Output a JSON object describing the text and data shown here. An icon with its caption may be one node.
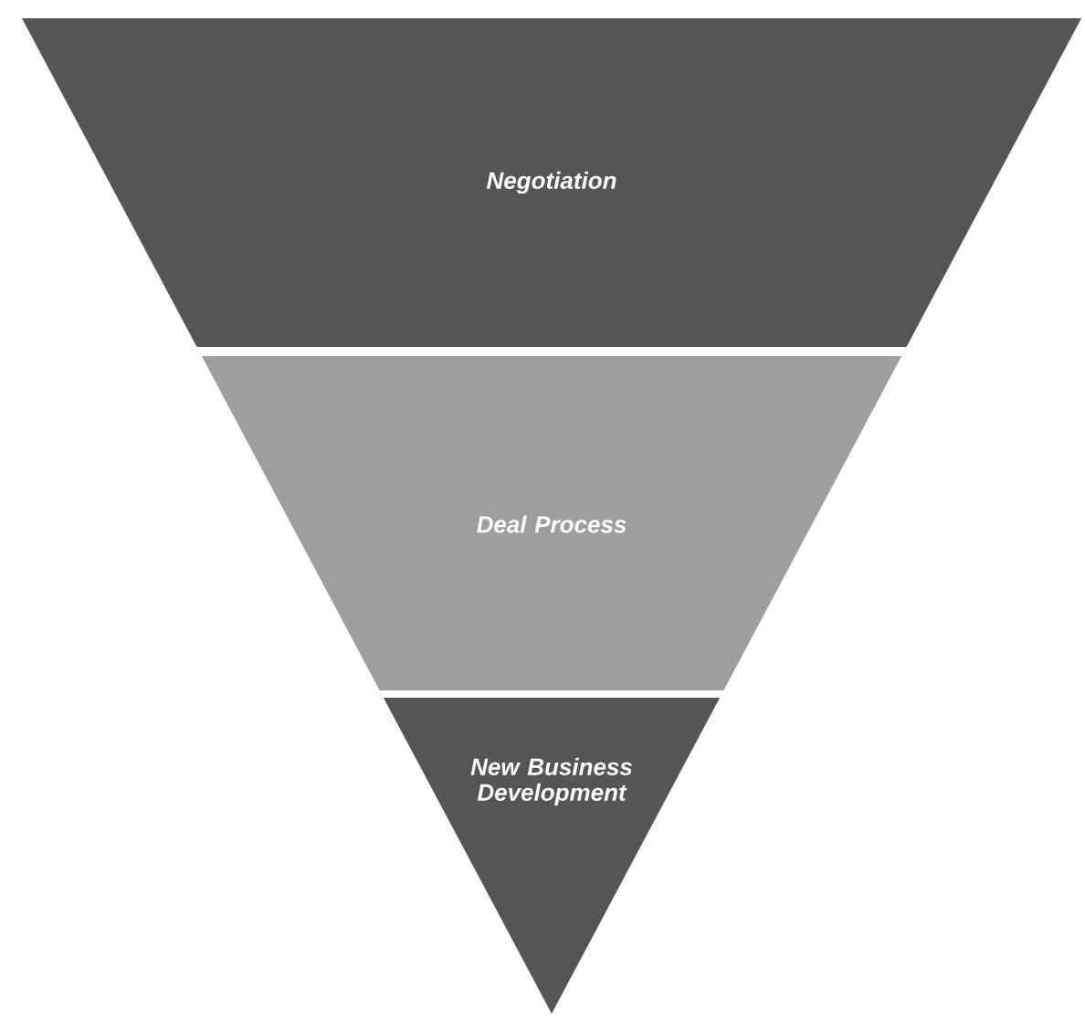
{
  "diagram": {
    "nodes": [
      {
        "text": [
          "Negotiation"
        ]
      },
      {
        "text": [
          "Deal Process"
        ]
      },
      {
        "text": [
          "New Business Development"
        ]
      }
    ]
  }
}
